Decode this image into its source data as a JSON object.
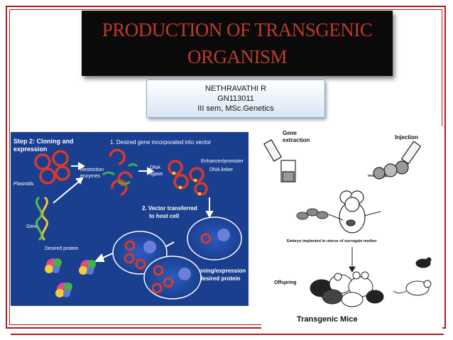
{
  "title": {
    "line1": "PRODUCTION OF TRANSGENIC",
    "line2": "ORGANISM"
  },
  "author": {
    "name": "NETHRAVATHI R",
    "id": "GN113011",
    "course": "III sem, MSc.Genetics"
  },
  "cloning_figure": {
    "step_line1": "Step 2: Cloning and",
    "step_line2": "expression",
    "label_plasmids": "Plasmids",
    "label_gene": "Gene",
    "label_restriction1": "Restriction",
    "label_restriction2": "enzymes",
    "label_step1": "1. Desired gene incorporated into vector",
    "label_dna_ligase1": "DNA",
    "label_dna_ligase2": "ligase",
    "label_enhancer": "Enhancer/promoter",
    "label_dna_linker": "DNA linker",
    "label_step2_line1": "2. Vector transferred",
    "label_step2_line2": "to host cell",
    "label_desired_protein": "Desired protein",
    "label_step3_line1": "3. Cloning/expression",
    "label_step3_line2": "of desired protein"
  },
  "mice_figure": {
    "label_gene_extraction1": "Gene",
    "label_gene_extraction2": "extraction",
    "label_injection": "Injection",
    "label_mouse_eggs": "mouse eggs",
    "label_embryo": "Embryo implanted in uterus of surrogate mother",
    "label_offspring": "Offspring",
    "label_transgenic": "Transgenic Mice"
  },
  "colors": {
    "title_text": "#c0392b",
    "title_bg": "#0a0a0a",
    "frame": "#b01a1a",
    "cloning_bg": "#1b3f8f"
  }
}
